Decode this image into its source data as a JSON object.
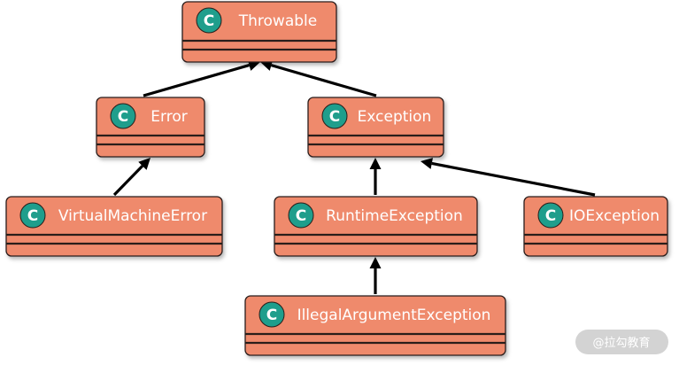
{
  "colors": {
    "node_fill": "#ef8a6c",
    "node_border": "#2a1e1a",
    "badge_fill": "#1f9e8c",
    "edge": "#000000",
    "watermark_bg": "#d3d3d3",
    "text": "#ffffff"
  },
  "badge_letter": "C",
  "nodes": {
    "throwable": {
      "name": "Throwable"
    },
    "error": {
      "name": "Error"
    },
    "exception": {
      "name": "Exception"
    },
    "virtual_machine_error": {
      "name": "VirtualMachineError"
    },
    "runtime_exception": {
      "name": "RuntimeException"
    },
    "io_exception": {
      "name": "IOException"
    },
    "illegal_argument_exception": {
      "name": "IllegalArgumentException"
    }
  },
  "edges": [
    {
      "from": "error",
      "to": "throwable"
    },
    {
      "from": "exception",
      "to": "throwable"
    },
    {
      "from": "virtual_machine_error",
      "to": "error"
    },
    {
      "from": "runtime_exception",
      "to": "exception"
    },
    {
      "from": "io_exception",
      "to": "exception"
    },
    {
      "from": "illegal_argument_exception",
      "to": "runtime_exception"
    }
  ],
  "watermark": {
    "text": "@拉勾教育"
  }
}
